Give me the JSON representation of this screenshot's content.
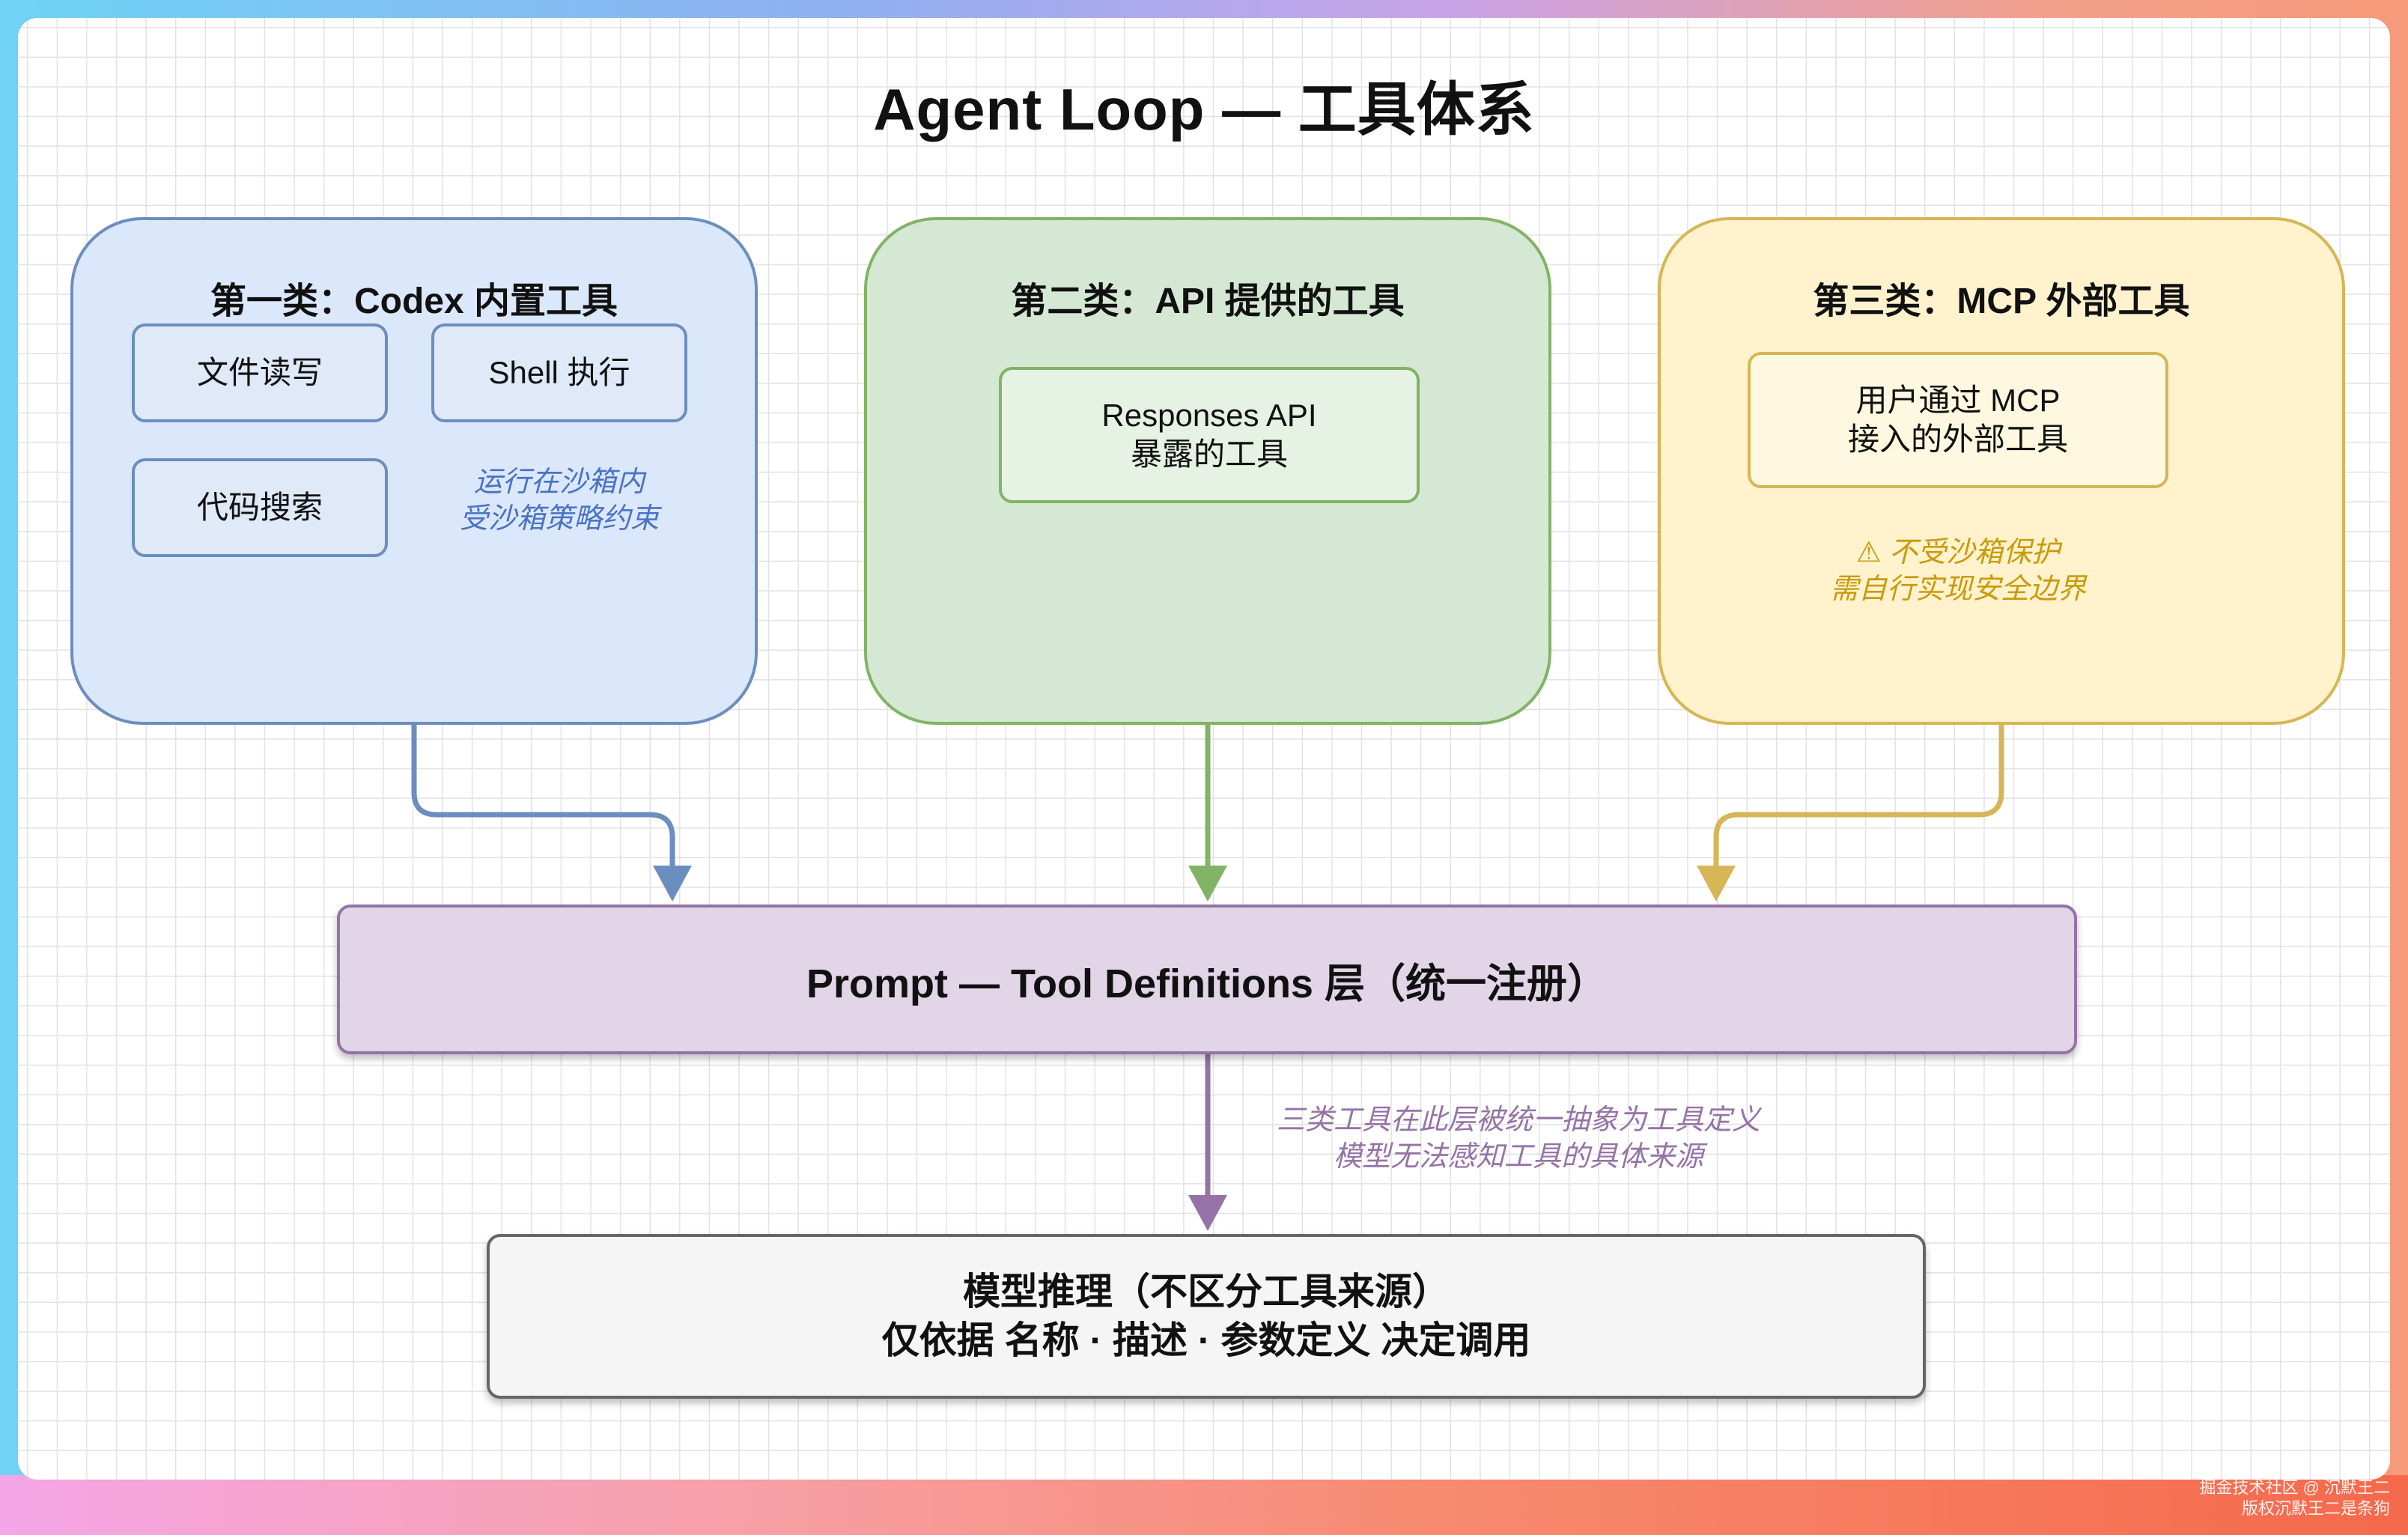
{
  "title": "Agent Loop — 工具体系",
  "groups": {
    "codex": {
      "title": "第一类：Codex 内置工具",
      "tools": [
        "文件读写",
        "Shell 执行",
        "代码搜索"
      ],
      "note": "运行在沙箱内\n受沙箱策略约束"
    },
    "api": {
      "title": "第二类：API 提供的工具",
      "tool": "Responses API\n暴露的工具"
    },
    "mcp": {
      "title": "第三类：MCP 外部工具",
      "tool": "用户通过 MCP\n接入的外部工具",
      "note": "⚠ 不受沙箱保护\n需自行实现安全边界"
    }
  },
  "prompt_layer": "Prompt — Tool Definitions 层（统一注册）",
  "abstraction_note": "三类工具在此层被统一抽象为工具定义\n模型无法感知工具的具体来源",
  "model": {
    "line1": "模型推理（不区分工具来源）",
    "line2": "仅依据 名称 · 描述 · 参数定义 决定调用"
  },
  "watermark": {
    "line1": "掘金技术社区 @ 沉默王二",
    "line2": "版权沉默王二是条狗"
  },
  "colors": {
    "blue_stroke": "#6c8ebf",
    "green_stroke": "#82b366",
    "yellow_stroke": "#d6b656",
    "purple_stroke": "#9673a6",
    "gray_stroke": "#666666"
  }
}
